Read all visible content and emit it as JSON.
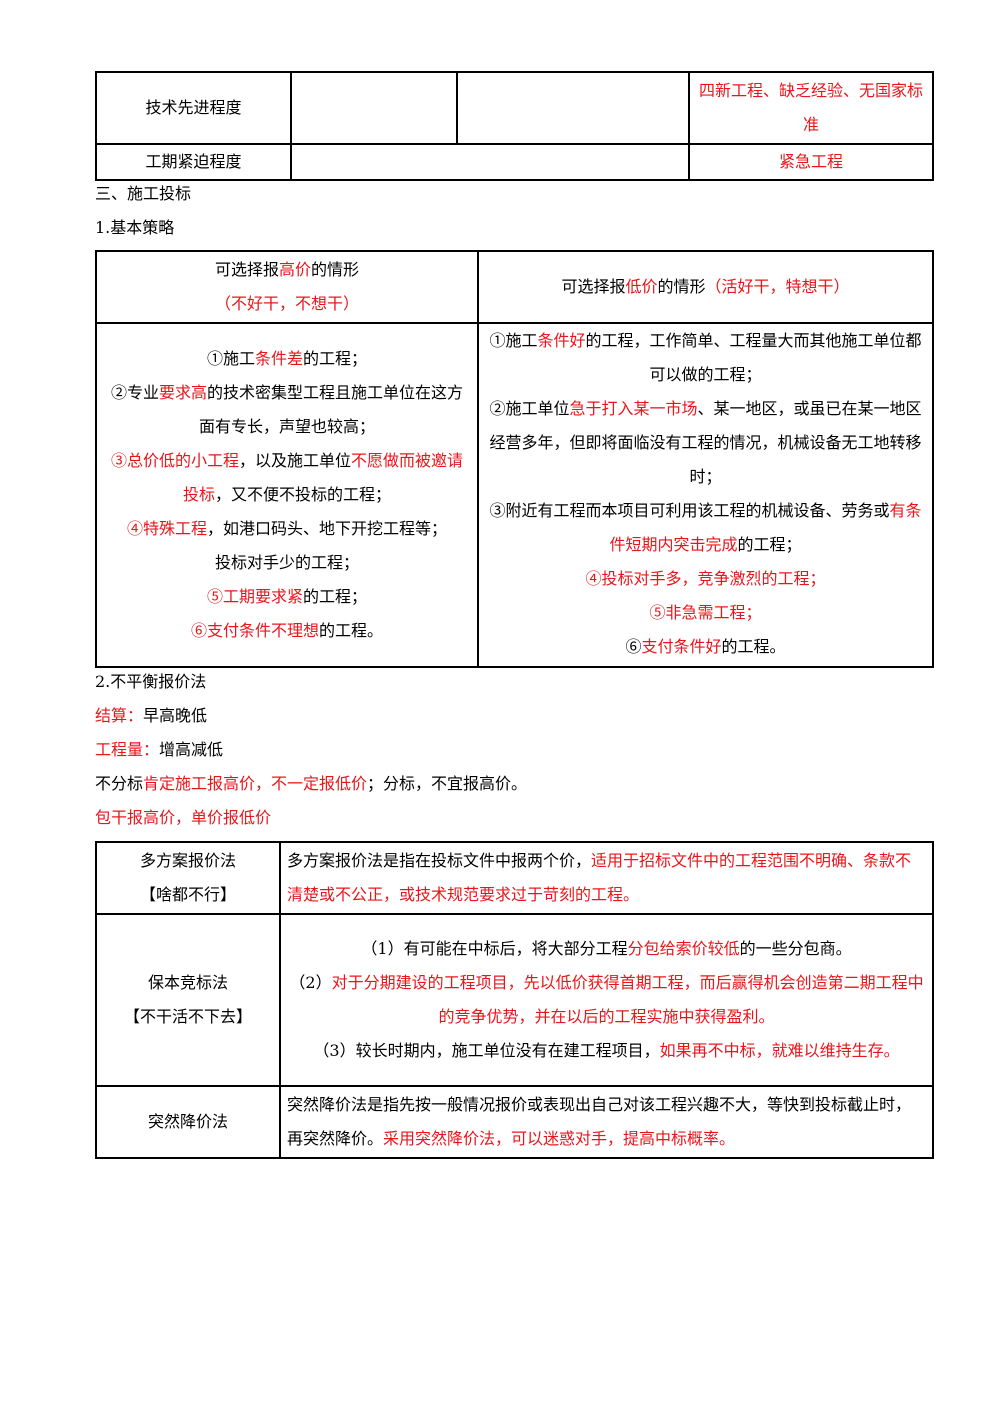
{
  "table1": {
    "row1": {
      "label": "技术先进程度",
      "note": "四新工程、缺乏经验、无国家标准"
    },
    "row2": {
      "label": "工期紧迫程度",
      "note": "紧急工程"
    }
  },
  "section3": {
    "title": "三、施工投标"
  },
  "s1": {
    "title": "1.基本策略"
  },
  "strategy": {
    "high_header": {
      "pre": "可选择报",
      "key": "高价",
      "post": "的情形",
      "sub": "（不好干，不想干）"
    },
    "low_header": {
      "pre": "可选择报",
      "key": "低价",
      "post": "的情形",
      "sub": "（活好干，特想干）"
    },
    "high": {
      "i1": {
        "a": "①施工",
        "b": "条件差",
        "c": "的工程；"
      },
      "i2": {
        "a": "②专业",
        "b": "要求高",
        "c": "的技术密集型工程且施工单位在这方面有专长，声望也较高；"
      },
      "i3": {
        "a": "③总价低的小工程",
        "b": "，以及施工单位",
        "c": "不愿做而被邀请投标",
        "d": "，又不便不投标的工程；"
      },
      "i4": {
        "a": "④特殊工程",
        "b": "，如港口码头、地下开挖工程等；"
      },
      "i4b": "投标对手少的工程；",
      "i5": {
        "a": "⑤工期要求紧",
        "b": "的工程；"
      },
      "i6": {
        "a": "⑥支付条件不理想",
        "b": "的工程。"
      }
    },
    "low": {
      "i1": {
        "a": "①施工",
        "b": "条件好",
        "c": "的工程，工作简单、工程量大而其他施工单位都可以做的工程；"
      },
      "i2": {
        "a": "②施工单位",
        "b": "急于打入某一市场",
        "c": "、某一地区，或虽已在某一地区经营多年，但即将面临没有工程的情况，机械设备无工地转移时；"
      },
      "i3": {
        "a": "③附近有工程而本项目可利用该工程的机械设备、劳务或",
        "b": "有条件短期内突击完成",
        "c": "的工程；"
      },
      "i4": "④投标对手多，竞争激烈的工程；",
      "i5": "⑤非急需工程；",
      "i6": {
        "a": "⑥",
        "b": "支付条件好",
        "c": "的工程。"
      }
    }
  },
  "s2": {
    "title": "2.不平衡报价法",
    "l1": {
      "a": "结算：",
      "b": "早高晚低"
    },
    "l2": {
      "a": "工程量：",
      "b": "增高减低"
    },
    "l3": {
      "a": "不分标",
      "b": "肯定施工报高价，不一定报低价",
      "c": "；分标，不宜报高价。"
    },
    "l4": "包干报高价，单价报低价"
  },
  "methods": {
    "m1": {
      "name": "多方案报价法",
      "tag": "【啥都不行】",
      "a": "多方案报价法是指在投标文件中报两个价，",
      "b": "适用于招标文件中的工程范围不明确、条款不清楚或不公正，或技术规范要求过于苛刻的工程。"
    },
    "m2": {
      "name": "保本竞标法",
      "tag": "【不干活不下去】",
      "p1": {
        "a": "（1）有可能在中标后，将大部分工程",
        "b": "分包给索价较低",
        "c": "的一些分包商。"
      },
      "p2": {
        "a": "（2）",
        "b": "对于分期建设的工程项目，先以低价获得首期工程，而后赢得机会创造第二期工程中的竞争优势，并在以后的工程实施中获得盈利。"
      },
      "p3": {
        "a": "（3）较长时期内，施工单位没有在建工程项目，",
        "b": "如果再不中标，就难以维持生存。"
      }
    },
    "m3": {
      "name": "突然降价法",
      "a": "突然降价法是指先按一般情况报价或表现出自己对该工程兴趣不大，等快到投标截止时，再突然降价。",
      "b": "采用突然降价法，可以迷惑对手，提高中标概率。"
    }
  }
}
